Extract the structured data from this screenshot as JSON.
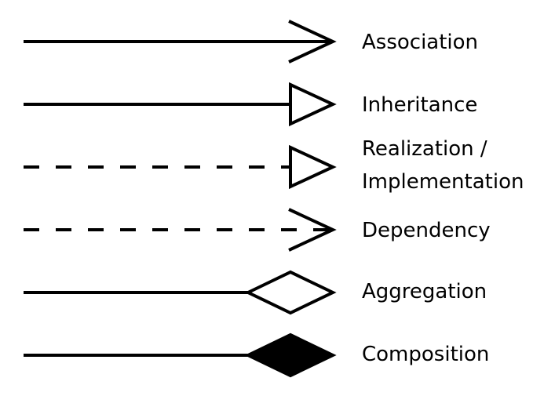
{
  "diagram": {
    "relationships": [
      {
        "id": "association",
        "label_lines": [
          "Association"
        ],
        "line_style": "solid",
        "arrow_head": "open-arrow"
      },
      {
        "id": "inheritance",
        "label_lines": [
          "Inheritance"
        ],
        "line_style": "solid",
        "arrow_head": "hollow-triangle"
      },
      {
        "id": "realization",
        "label_lines": [
          "Realization /",
          "Implementation"
        ],
        "line_style": "dashed",
        "arrow_head": "hollow-triangle"
      },
      {
        "id": "dependency",
        "label_lines": [
          "Dependency"
        ],
        "line_style": "dashed",
        "arrow_head": "open-arrow"
      },
      {
        "id": "aggregation",
        "label_lines": [
          "Aggregation"
        ],
        "line_style": "solid",
        "arrow_head": "hollow-diamond"
      },
      {
        "id": "composition",
        "label_lines": [
          "Composition"
        ],
        "line_style": "solid",
        "arrow_head": "filled-diamond"
      }
    ],
    "colors": {
      "stroke": "#000000",
      "fill_hollow": "#ffffff",
      "fill_solid": "#000000"
    }
  }
}
